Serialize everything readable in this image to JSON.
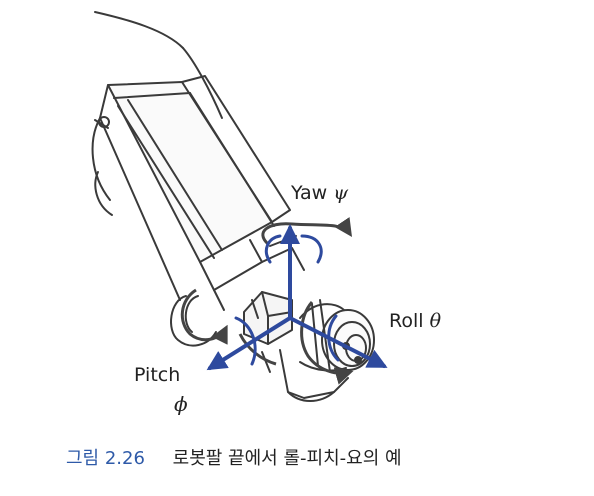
{
  "labels": {
    "yaw_text": "Yaw",
    "yaw_symbol": "ψ",
    "roll_text": "Roll",
    "roll_symbol": "θ",
    "pitch_text": "Pitch",
    "pitch_symbol": "ϕ"
  },
  "caption": {
    "number": "그림 2.26",
    "text": "로봇팔 끝에서 롤-피치-요의 예"
  },
  "colors": {
    "axis_arrows": "#2e4a9e",
    "caption_number": "#2e5aa8",
    "line_art": "#3a3a3a"
  }
}
